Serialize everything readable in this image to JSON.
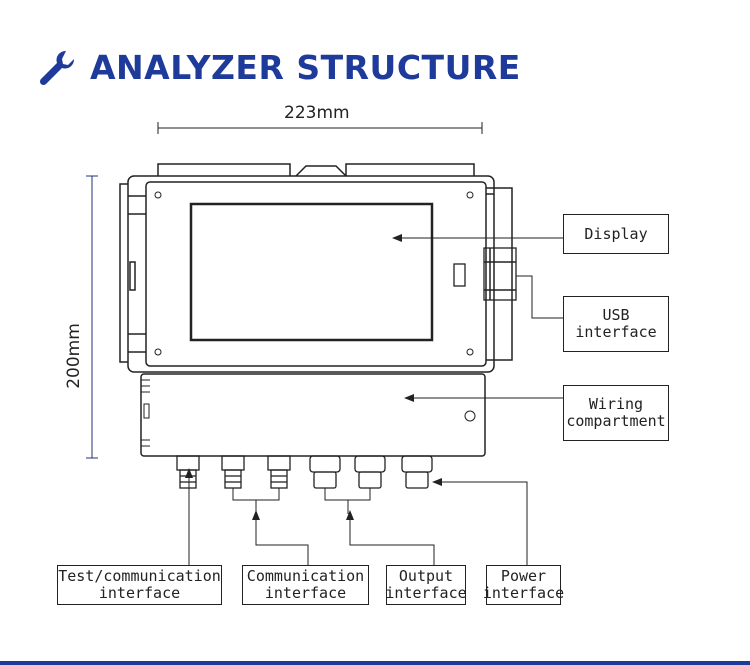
{
  "header": {
    "title": "ANALYZER STRUCTURE",
    "icon": "wrench-icon",
    "accent_color": "#1e3a9a"
  },
  "dimensions": {
    "width_label": "223mm",
    "height_label": "200mm"
  },
  "callouts": {
    "display": "Display",
    "usb": "USB\ninterface",
    "wiring": "Wiring\ncompartment",
    "test_comm": "Test/communication\ninterface",
    "comm": "Communication\ninterface",
    "output": "Output\ninterface",
    "power": "Power\ninterface"
  }
}
